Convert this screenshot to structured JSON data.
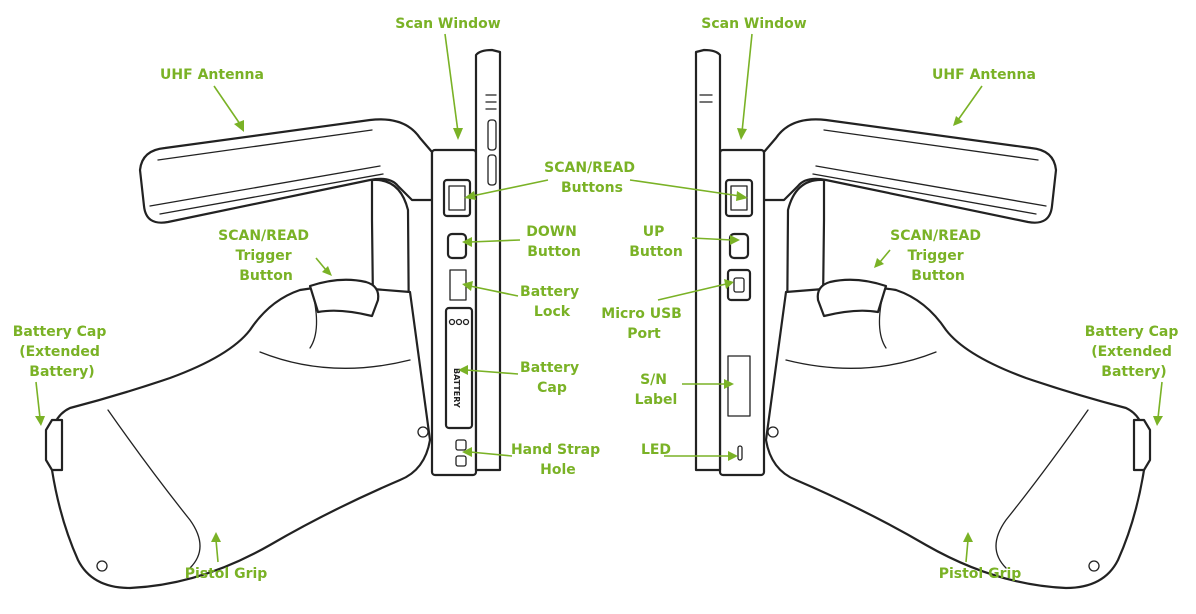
{
  "accent_color": "#7ab226",
  "labels": {
    "scan_window_left": "Scan Window",
    "scan_window_right": "Scan Window",
    "uhf_antenna_left": "UHF Antenna",
    "uhf_antenna_right": "UHF Antenna",
    "scan_read_buttons": [
      "SCAN/READ",
      "Buttons"
    ],
    "down_button": [
      "DOWN",
      "Button"
    ],
    "up_button": [
      "UP",
      "Button"
    ],
    "trigger_left": [
      "SCAN/READ",
      "Trigger",
      "Button"
    ],
    "trigger_right": [
      "SCAN/READ",
      "Trigger",
      "Button"
    ],
    "battery_lock": [
      "Battery",
      "Lock"
    ],
    "micro_usb": [
      "Micro USB",
      "Port"
    ],
    "battery_cap": [
      "Battery",
      "Cap"
    ],
    "sn_label": [
      "S/N",
      "Label"
    ],
    "led": "LED",
    "hand_strap": [
      "Hand Strap",
      "Hole"
    ],
    "battery_cap_ext_left": [
      "Battery Cap",
      "(Extended",
      "Battery)"
    ],
    "battery_cap_ext_right": [
      "Battery Cap",
      "(Extended",
      "Battery)"
    ],
    "pistol_grip_left": "Pistol Grip",
    "pistol_grip_right": "Pistol Grip",
    "battery_text": "BATTERY"
  }
}
